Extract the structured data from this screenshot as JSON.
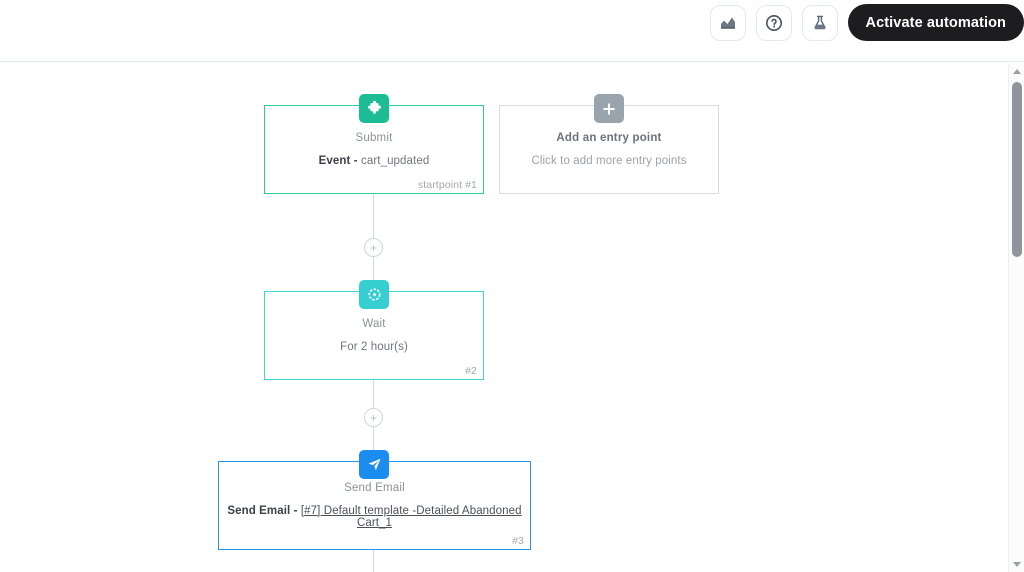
{
  "topbar": {
    "buttons": [
      {
        "name": "analytics-icon",
        "label": "Analytics"
      },
      {
        "name": "help-icon",
        "label": "Help"
      },
      {
        "name": "ab-test-flask-icon",
        "label": "A/B test"
      }
    ],
    "activate_label": "Activate automation",
    "activate_bg": "#1d1d1f",
    "activate_fg": "#ffffff"
  },
  "canvas": {
    "nodes": [
      {
        "id": "startpoint-1",
        "icon": "puzzle-piece-icon",
        "title": "Submit",
        "sub_bold": "Event - ",
        "sub_text": "cart_updated",
        "ref": "startpoint #1",
        "accent": "#2ecc9a"
      },
      {
        "id": "add-entry-point",
        "icon": "plus-icon",
        "title": "Add an entry point",
        "sub_text": "Click to add more entry points",
        "ref": "",
        "accent": "#d6dce1"
      },
      {
        "id": "wait-2",
        "icon": "clock-icon",
        "title": "Wait",
        "sub_text": "For 2 hour(s)",
        "ref": "#2",
        "accent": "#3fd6d6"
      },
      {
        "id": "send-email-3",
        "icon": "paper-plane-icon",
        "title": "Send Email",
        "sub_bold": "Send Email - ",
        "sub_link": "[#7] Default template -Detailed Abandoned Cart_1",
        "ref": "#3",
        "accent": "#2693f5"
      }
    ],
    "connector_plus_label": "+"
  },
  "scrollbar": {
    "up_label": "scroll up",
    "down_label": "scroll down"
  }
}
